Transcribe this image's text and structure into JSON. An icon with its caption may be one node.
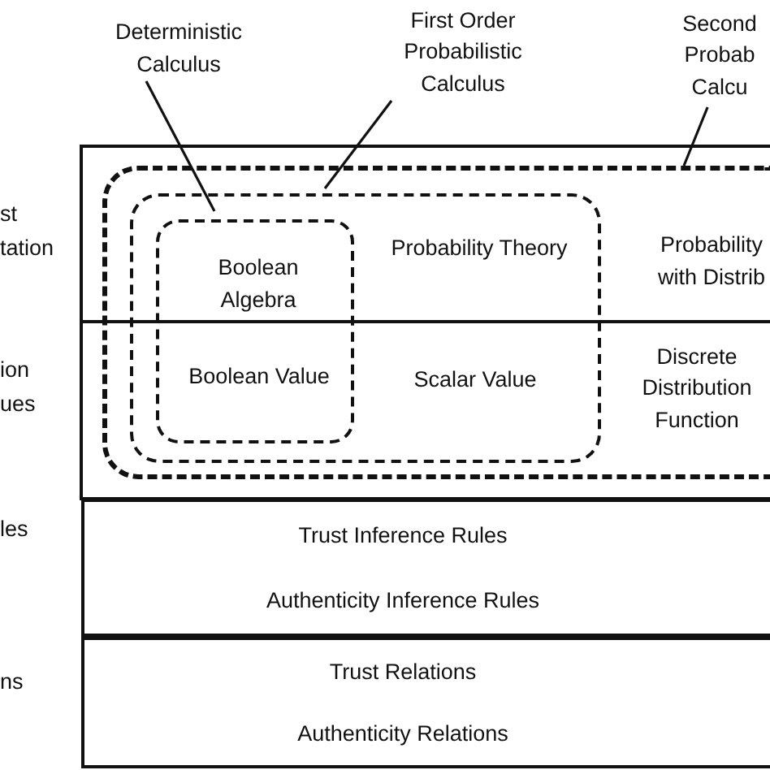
{
  "diagram": {
    "nodes": [
      {
        "text": [
          "Deterministic Calculus"
        ]
      },
      {
        "text": [
          "First Order Probabilistic Calculus"
        ]
      },
      {
        "text": [
          "Second Probab Calcu"
        ]
      },
      {
        "text": [],
        "shape": "box"
      },
      {
        "text": [],
        "shape": "box",
        "in": 3
      },
      {
        "text": [],
        "shape": "box",
        "in": 4
      },
      {
        "text": [
          "Boolean Algebra"
        ],
        "in": 5
      },
      {
        "text": [
          "Boolean Value"
        ],
        "in": 5
      },
      {
        "text": [
          "Probability Theory"
        ],
        "in": 4
      },
      {
        "text": [
          "Scalar Value"
        ],
        "in": 4
      },
      {
        "text": [
          "Probability with Distrib"
        ],
        "in": 3
      },
      {
        "text": [
          "Discrete Distribution Function"
        ],
        "in": 3
      },
      {
        "text": [
          "Trust Inference Rules",
          "Authenticity Inference Rules"
        ]
      },
      {
        "text": [
          "Trust Relations",
          "Authenticity Relations"
        ]
      }
    ],
    "edges": [
      {
        "from": 0,
        "to": 5,
        "arrow": "none"
      },
      {
        "from": 1,
        "to": 4,
        "arrow": "none"
      },
      {
        "from": 2,
        "to": 3,
        "arrow": "none"
      }
    ],
    "labels": [
      "st tation",
      "ion ues",
      "les",
      "ns"
    ]
  }
}
